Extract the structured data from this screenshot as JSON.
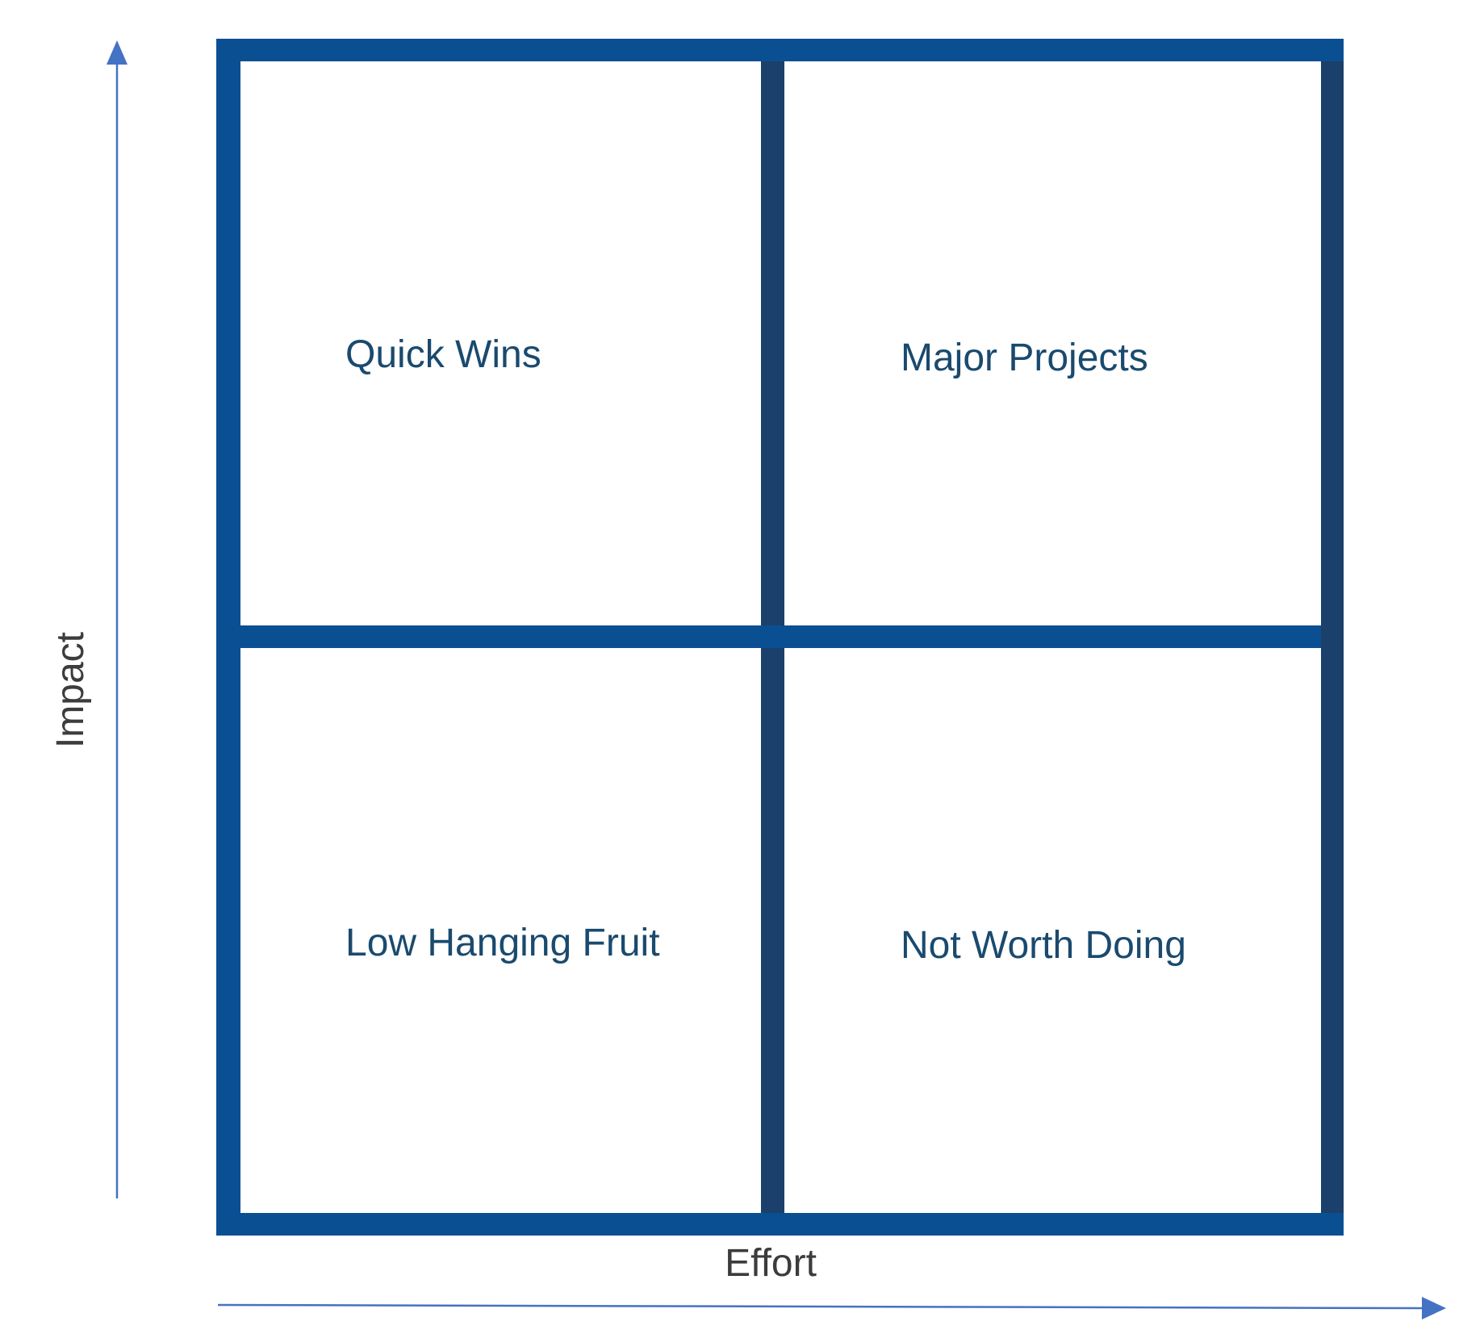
{
  "axes": {
    "y_label": "Impact",
    "x_label": "Effort"
  },
  "quadrants": {
    "top_left": "Quick Wins",
    "top_right": "Major Projects",
    "bottom_left": "Low Hanging Fruit",
    "bottom_right": "Not Worth Doing"
  },
  "colors": {
    "frame_primary": "#0b4f93",
    "frame_secondary": "#1b406b",
    "arrow": "#4472c4",
    "quadrant_text": "#1a4a6e",
    "axis_text": "#3c3c3c"
  }
}
